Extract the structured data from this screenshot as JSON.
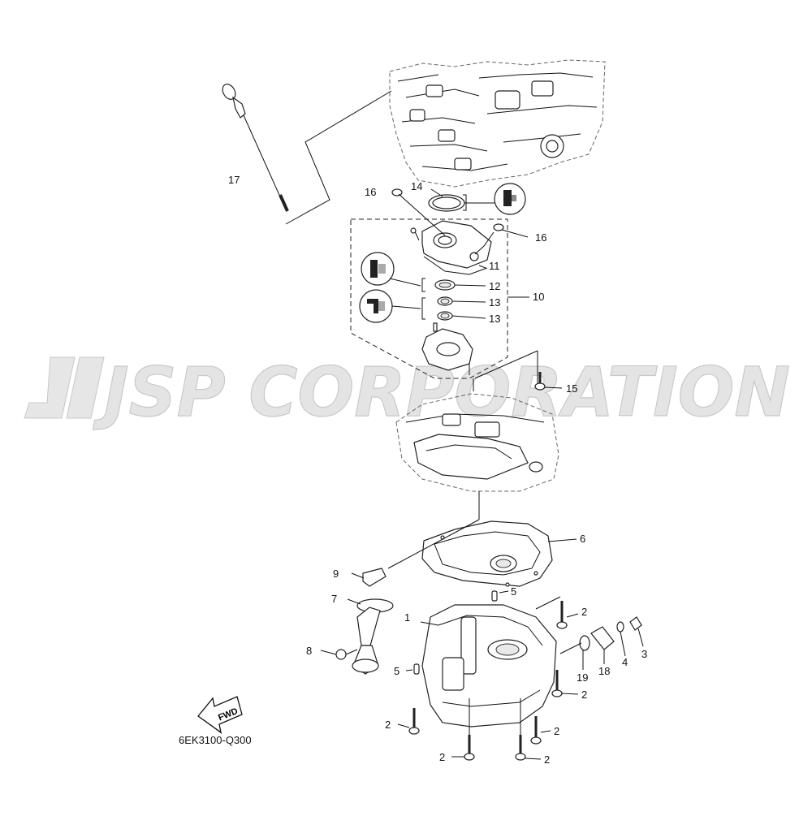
{
  "diagram": {
    "watermark": "JSP CORPORATION",
    "figure_code": "6EK3100-Q300",
    "fwd_label": "FWD",
    "callouts": [
      {
        "id": "c17a",
        "label": "17"
      },
      {
        "id": "c16a",
        "label": "16"
      },
      {
        "id": "c14",
        "label": "14"
      },
      {
        "id": "c16b",
        "label": "16"
      },
      {
        "id": "c11",
        "label": "11"
      },
      {
        "id": "c12",
        "label": "12"
      },
      {
        "id": "c10",
        "label": "10"
      },
      {
        "id": "c13a",
        "label": "13"
      },
      {
        "id": "c13b",
        "label": "13"
      },
      {
        "id": "c15",
        "label": "15"
      },
      {
        "id": "c6",
        "label": "6"
      },
      {
        "id": "c9",
        "label": "9"
      },
      {
        "id": "c5a",
        "label": "5"
      },
      {
        "id": "c7",
        "label": "7"
      },
      {
        "id": "c1",
        "label": "1"
      },
      {
        "id": "c2a",
        "label": "2"
      },
      {
        "id": "c3",
        "label": "3"
      },
      {
        "id": "c8",
        "label": "8"
      },
      {
        "id": "c4",
        "label": "4"
      },
      {
        "id": "c18",
        "label": "18"
      },
      {
        "id": "c19",
        "label": "19"
      },
      {
        "id": "c5b",
        "label": "5"
      },
      {
        "id": "c2b",
        "label": "2"
      },
      {
        "id": "c2c",
        "label": "2"
      },
      {
        "id": "c2d",
        "label": "2"
      },
      {
        "id": "c2e",
        "label": "2"
      },
      {
        "id": "c2f",
        "label": "2"
      }
    ]
  }
}
